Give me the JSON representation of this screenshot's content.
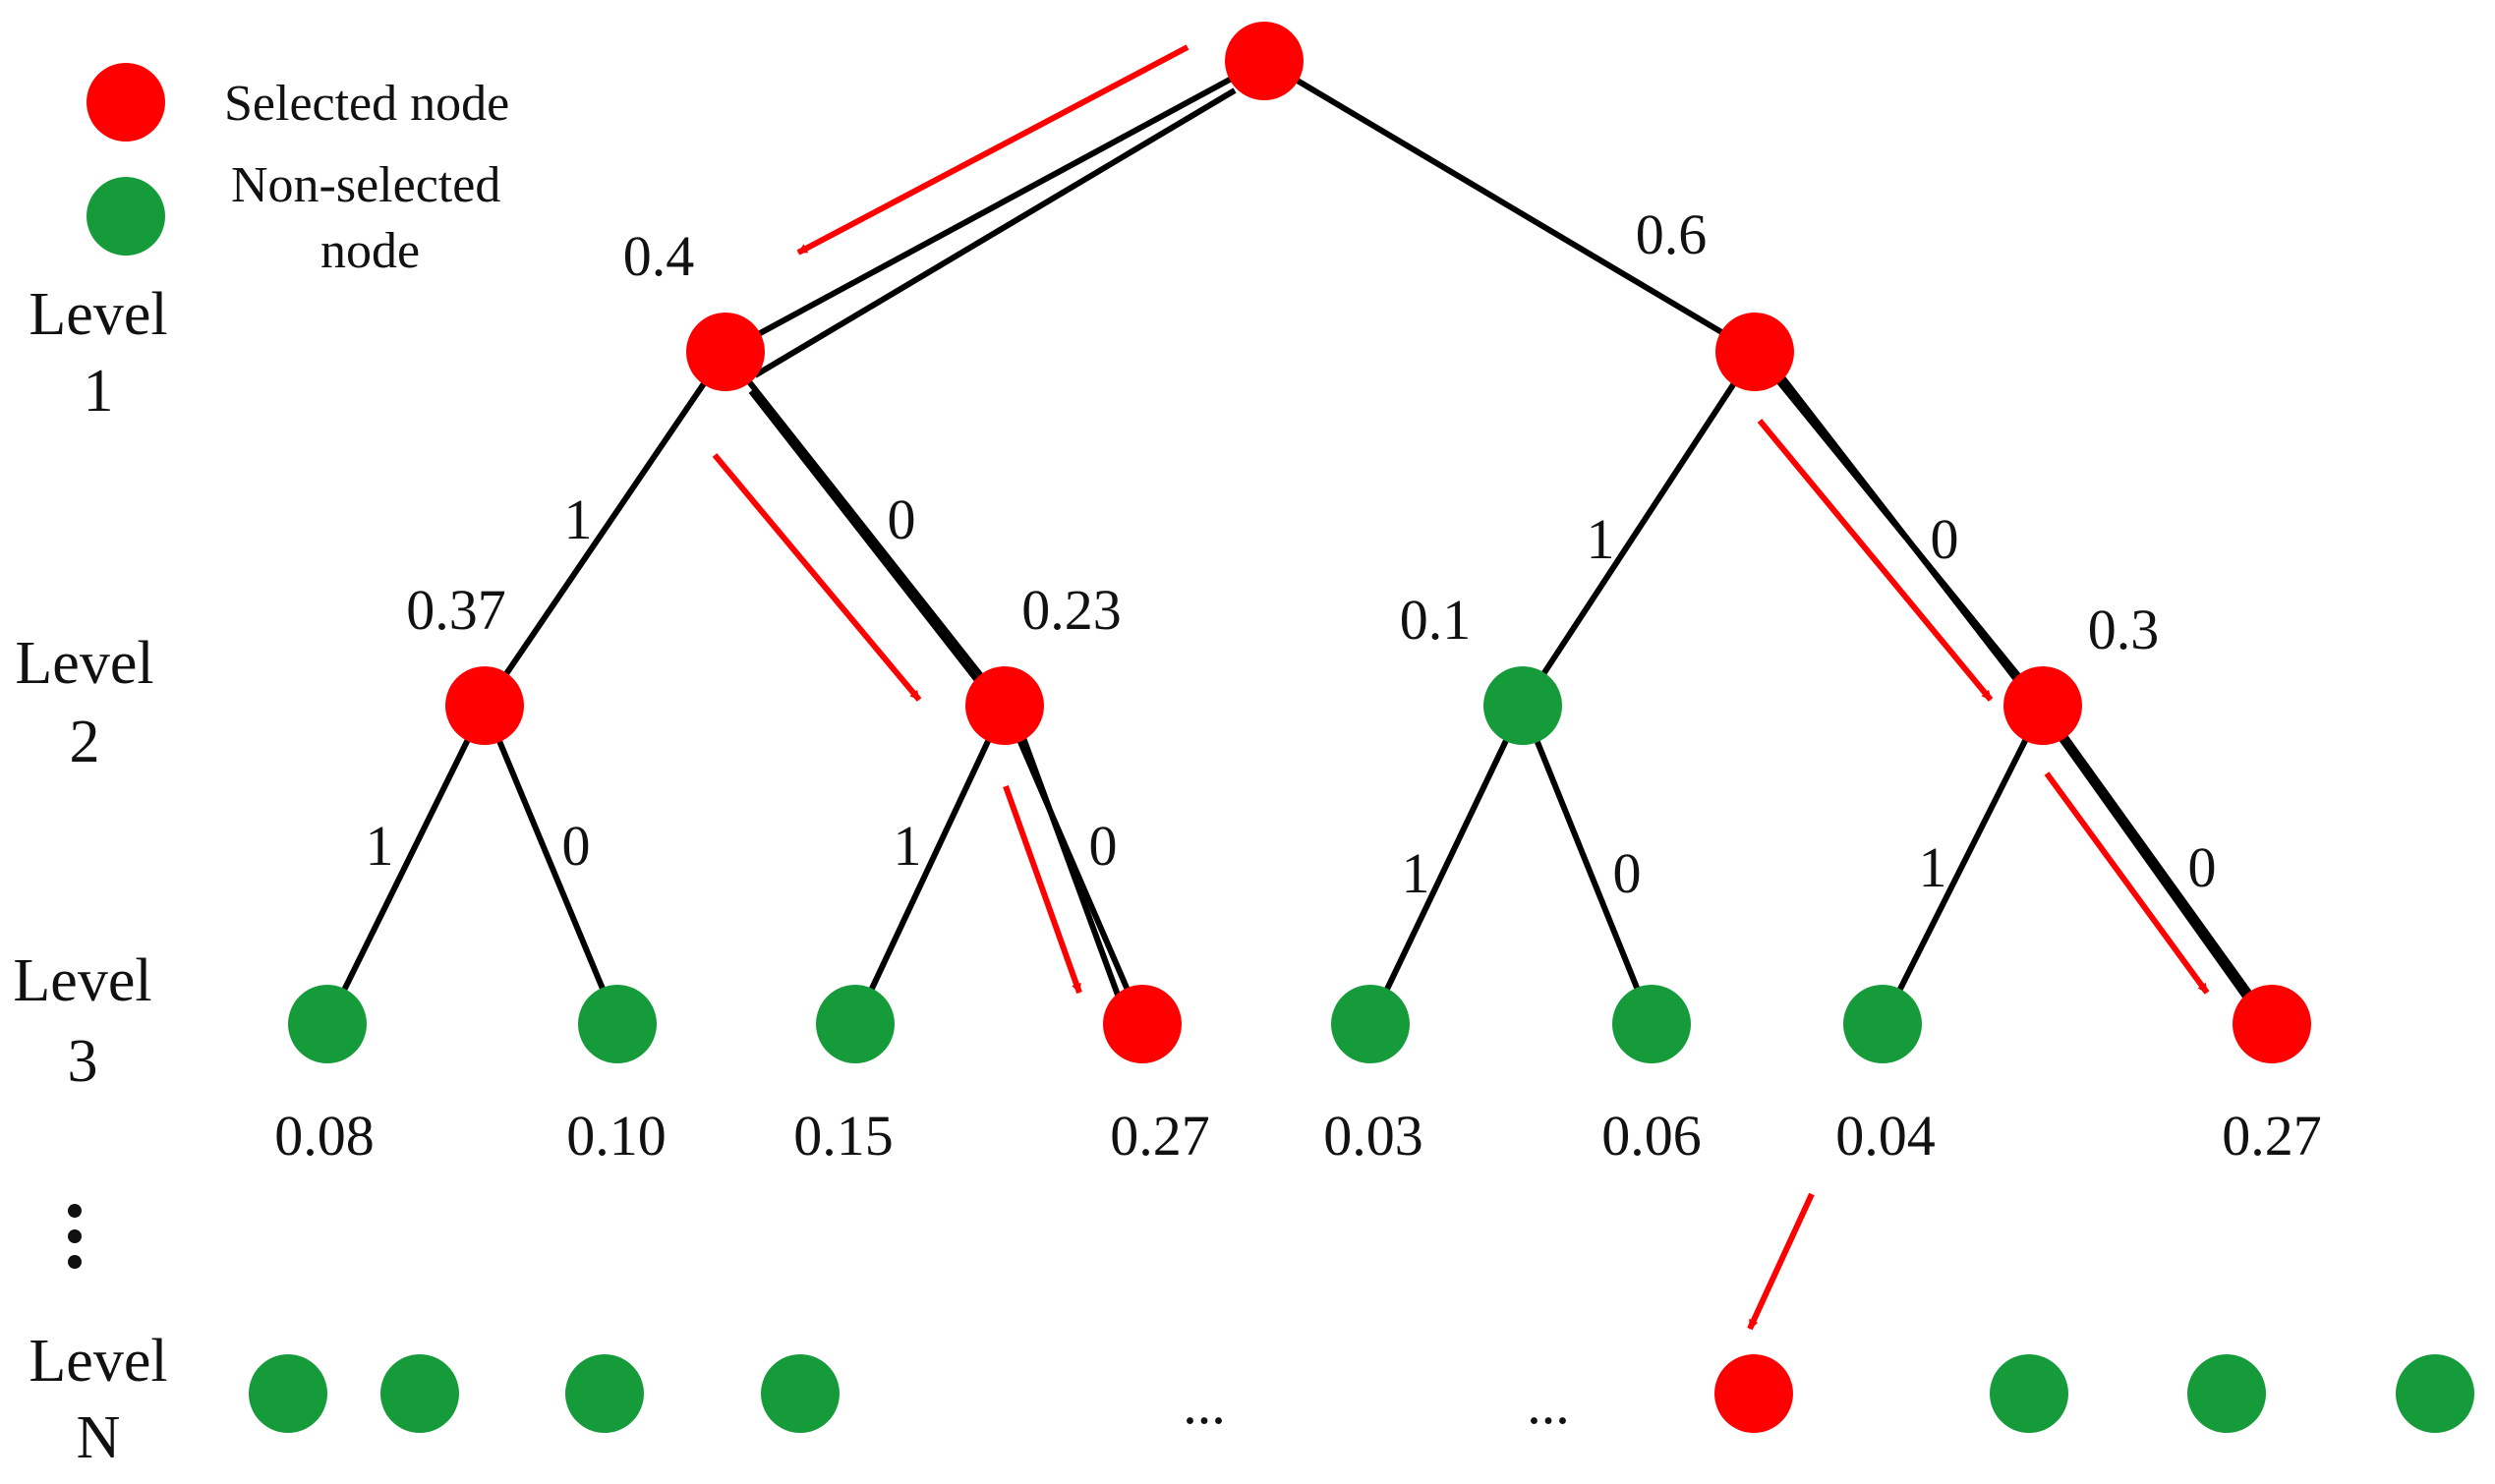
{
  "colors": {
    "selected": "#ff0000",
    "non_selected": "#169b3b",
    "edge": "#000000",
    "arrow": "#ff0000"
  },
  "legend": {
    "selected_label": "Selected node",
    "non_selected_line1": "Non-selected",
    "non_selected_line2": "node"
  },
  "levels": [
    {
      "word": "Level",
      "num": "1"
    },
    {
      "word": "Level",
      "num": "2"
    },
    {
      "word": "Level",
      "num": "3"
    },
    {
      "word": "Level",
      "num": "N"
    }
  ],
  "level1": {
    "left_value": "0.4",
    "right_value": "0.6"
  },
  "level2": {
    "values": [
      "0.37",
      "0.23",
      "0.1",
      "0.3"
    ]
  },
  "level3": {
    "values": [
      "0.08",
      "0.10",
      "0.15",
      "0.27",
      "0.03",
      "0.06",
      "0.04",
      "0.27"
    ]
  },
  "branches": {
    "one": "1",
    "zero": "0"
  },
  "ellipsis": "...",
  "node_states": {
    "root": "selected",
    "level1": [
      "selected",
      "selected"
    ],
    "level2": [
      "selected",
      "selected",
      "non-selected",
      "selected"
    ],
    "level3": [
      "non-selected",
      "non-selected",
      "non-selected",
      "selected",
      "non-selected",
      "non-selected",
      "non-selected",
      "selected"
    ],
    "levelN": [
      "non-selected",
      "non-selected",
      "non-selected",
      "non-selected",
      "selected",
      "non-selected",
      "non-selected",
      "non-selected"
    ]
  }
}
